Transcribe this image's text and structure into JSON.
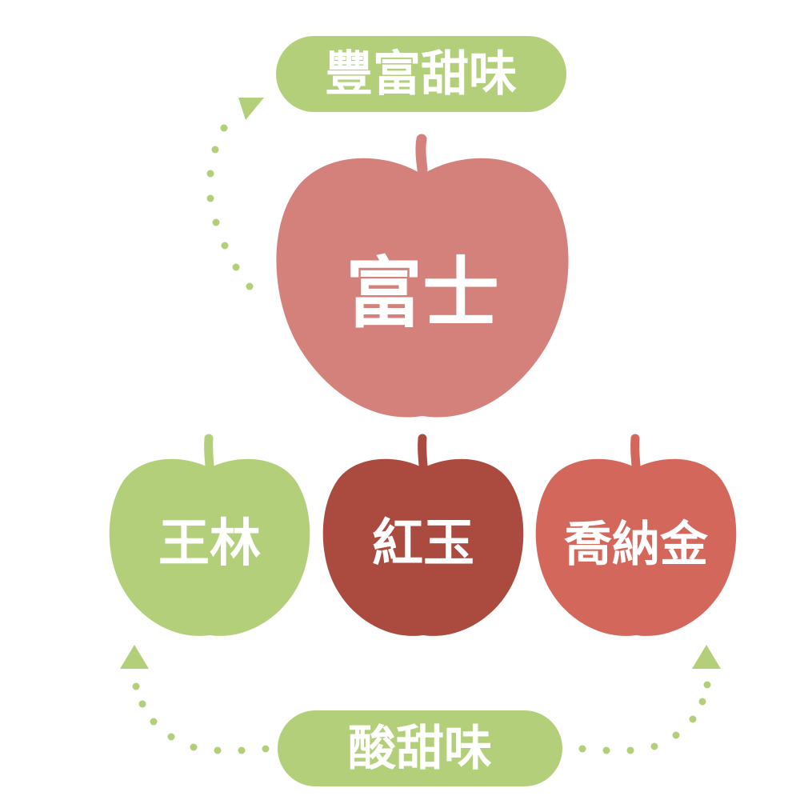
{
  "pills": {
    "top": "豐富甜味",
    "bottom": "酸甜味"
  },
  "apples": {
    "fuji": "富士",
    "orin": "王林",
    "kogyoku": "紅玉",
    "jonagold": "喬納金"
  },
  "colors": {
    "pill_green": "#b3cf7a",
    "fuji": "#d4817c",
    "orin": "#b3cf7a",
    "kogyoku": "#ab4b3f",
    "jonagold": "#d3675b",
    "stem_light": "#b3cf7a"
  },
  "icons": {
    "apple": "apple-icon",
    "arrow": "triangle-arrow-icon"
  }
}
